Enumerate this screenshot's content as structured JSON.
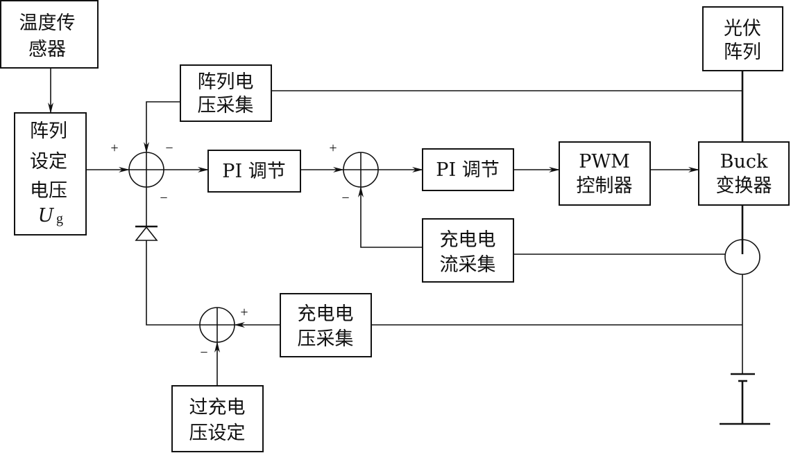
{
  "blocks": {
    "temp_sensor": [
      "温度传",
      "感器"
    ],
    "array_setpoint": [
      "阵列",
      "设定",
      "电压",
      "U",
      "g"
    ],
    "array_voltage_sampling": [
      "阵列电",
      "压采集"
    ],
    "pi1": "PI 调节",
    "pi2": "PI 调节",
    "pwm": [
      "PWM",
      "控制器"
    ],
    "buck": [
      "Buck",
      "变换器"
    ],
    "pv_array": [
      "光伏",
      "阵列"
    ],
    "charge_current_sampling": [
      "充电电",
      "流采集"
    ],
    "charge_voltage_sampling": [
      "充电电",
      "压采集"
    ],
    "overcharge_setpoint": [
      "过充电",
      "压设定"
    ]
  },
  "signs": {
    "sum1_left": "+",
    "sum1_top": "−",
    "sum1_bottom": "−",
    "sum2_left": "+",
    "sum2_bottom": "−",
    "sum3_right": "+",
    "sum3_bottom": "−"
  }
}
